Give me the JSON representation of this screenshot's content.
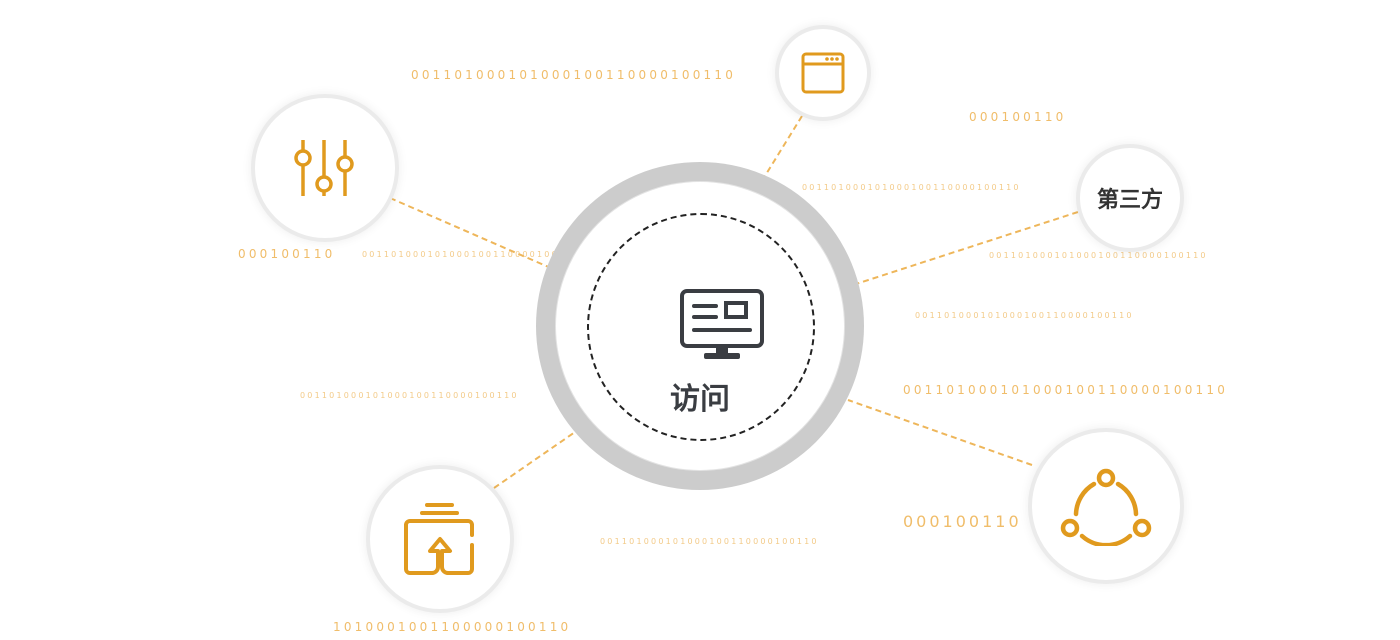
{
  "center": {
    "label": "访问",
    "icon": "monitor-icon"
  },
  "nodes": [
    {
      "id": "sliders",
      "icon": "sliders-icon"
    },
    {
      "id": "browser",
      "icon": "browser-window-icon"
    },
    {
      "id": "third-party",
      "label": "第三方"
    },
    {
      "id": "network",
      "icon": "share-network-icon"
    },
    {
      "id": "upload",
      "icon": "upload-stack-icon"
    }
  ],
  "binary_texts": [
    "001101000101000100110000100110",
    "000100110",
    "000100110",
    "001101000101000100110000100110",
    "001101000101000100110000100110",
    "001101000101000100110000100110",
    "001101000101000100110000100110",
    "001101000101000100110000100110",
    "001101000101000100110000100110",
    "000100110",
    "001101000101000100110000100110",
    "1010001001100000100110"
  ],
  "colors": {
    "accent": "#e09a1e",
    "binary": "#f0bd6a",
    "ring": "#cccccc",
    "text": "#3a3d42"
  }
}
